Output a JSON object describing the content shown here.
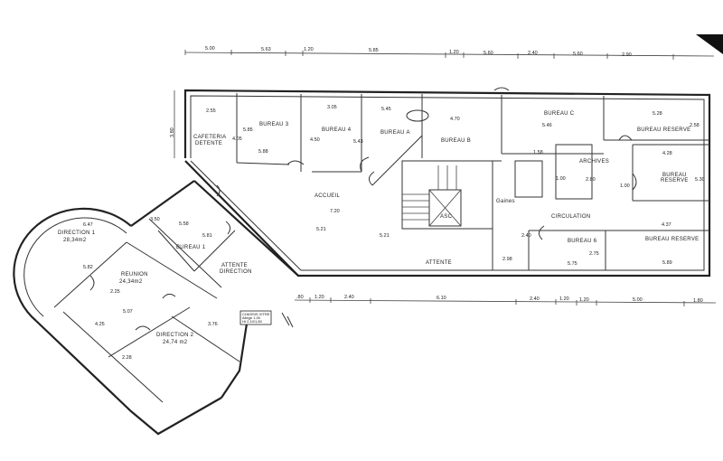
{
  "plan": {
    "top_dimensions": [
      "5.00",
      "5.63",
      "1.20",
      "5.85",
      "1.20",
      "5.60",
      "2.40",
      "5.60",
      "2.90"
    ],
    "bottom_dimensions": [
      ".80",
      "1.20",
      "2.40",
      "6.10",
      "2.40",
      "1.20",
      "1.20",
      "5.00",
      "1.80"
    ],
    "left_dimension": "3.80",
    "rooms": {
      "cafeteria": "CAFETERIA",
      "cafeteria_sub": "DETENTE",
      "bureau_3": "BUREAU 3",
      "bureau_4": "BUREAU 4",
      "bureau_a": "BUREAU A",
      "bureau_b": "BUREAU B",
      "bureau_c": "BUREAU C",
      "bureau_reserve_1": "BUREAU RESERVE",
      "archives": "ARCHIVES",
      "bureau_reserve_2a": "BUREAU",
      "bureau_reserve_2b": "RESERVE",
      "bureau_reserve_3": "BUREAU RESERVE",
      "bureau_6": "BUREAU 6",
      "circulation": "CIRCULATION",
      "gaines": "Gaines",
      "accueil": "ACCUEIL",
      "attente": "ATTENTE",
      "asc": "ASC",
      "bureau_1": "BUREAU 1",
      "attente_direction_a": "ATTENTE",
      "attente_direction_b": "DIRECTION",
      "direction_1": "DIRECTION 1",
      "direction_1_area": "28,34m2",
      "reunion": "REUNION",
      "reunion_area": "24,34m2",
      "direction_2": "DIRECTION 2",
      "direction_2_area": "24,74 m2"
    },
    "room_dimensions": [
      "2.55",
      "4.05",
      "5.85",
      "5.88",
      "3.05",
      "4.50",
      "5.43",
      "5.45",
      "4.70",
      "5.46",
      "5.28",
      "2.58",
      "1.58",
      "1.00",
      "2.80",
      "1.00",
      "4.28",
      "5.30",
      "4.37",
      "5.89",
      "5.75",
      "2.75",
      "2.40",
      "2.98",
      "7.20",
      "5.21",
      "5.21",
      "2.25",
      "5.07",
      "5.81",
      "4.25",
      "5.82",
      "3.76",
      "2.28",
      "6.47",
      "3.50",
      "5.58"
    ],
    "note": [
      "CHASSIS VITRE",
      "Allege 1,00",
      "Ht 2,10/1,80"
    ]
  }
}
